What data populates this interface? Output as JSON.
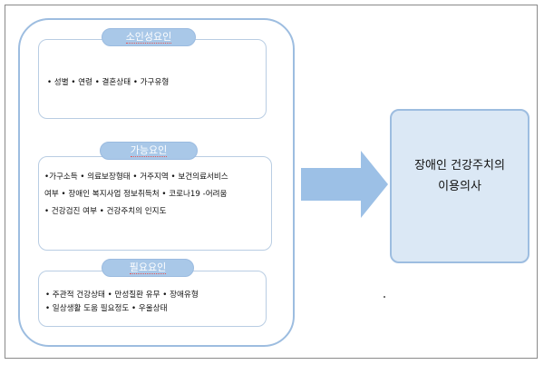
{
  "factors": {
    "predisposing": {
      "title": "소인성요인",
      "lines": [
        "• 성별 • 연령 • 결혼상태 • 가구유형"
      ]
    },
    "enabling": {
      "title": "가능요인",
      "lines": [
        "•가구소득 • 의료보장형태 • 거주지역 • 보건의료서비스",
        "여부 • 장애인 복지사업 정보취득처 • 코로나19 -어려움",
        "• 건강검진 여부 • 건강주치의 인지도"
      ]
    },
    "need": {
      "title": "필요요인",
      "lines": [
        "• 주관적 건강상태  • 만성질환 유무 •  장애유형",
        "• 일상생활 도움 필요정도 • 우울상태"
      ]
    }
  },
  "result": {
    "lines": [
      "장애인 건강주치의",
      "이용의사"
    ]
  },
  "colors": {
    "outline": "#9dbde0",
    "pill": "#a9c8e8",
    "arrow": "#9cc0e6",
    "result_fill": "#dbe8f5"
  }
}
